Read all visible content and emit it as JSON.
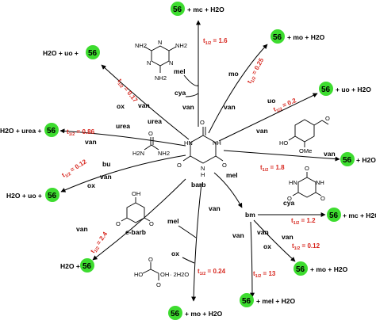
{
  "colors": {
    "badge": "#3ddc2f",
    "rate": "#d7261e",
    "ink": "#000000"
  },
  "center": {
    "label": "barb"
  },
  "badge_text": "56",
  "rate_prefix": "t",
  "rate_sub": "1/2",
  "branches": {
    "top": {
      "product": "+ mc + H2O",
      "reagents": [
        "mel",
        "cya",
        "van"
      ],
      "rate": " = 1.6"
    },
    "upper_right": {
      "product": "+ mo + H2O",
      "reagents": [
        "mo",
        "van"
      ],
      "rate": " = 0.25"
    },
    "right_uo": {
      "product": "+ uo + H2O",
      "reagents": [
        "uo",
        "van"
      ],
      "rate": " = 0.2"
    },
    "right_h2o": {
      "product": "+ H2O",
      "reagents": [
        "van"
      ],
      "rate": " = 1.8"
    },
    "upper_left": {
      "product": "H2O + uo +",
      "reagents": [
        "ox",
        "van",
        "urea"
      ],
      "rate": " = 0.17"
    },
    "left_urea": {
      "product": "H2O + urea +",
      "reagents": [
        "urea",
        "van"
      ],
      "rate": " = 0.86"
    },
    "left_bu": {
      "product": "H2O + uo +",
      "reagents": [
        "bu",
        "van",
        "ox"
      ],
      "rate": " = 0.12"
    },
    "lower_left": {
      "product": "H2O +",
      "reagents": [
        "van",
        "e-barb"
      ],
      "rate": " = 2.4"
    },
    "bottom": {
      "product": "+ mo + H2O",
      "reagents": [
        "mel",
        "ox",
        "van"
      ],
      "rate": " = 0.24",
      "oxalic_hydrate": "· 2H2O"
    },
    "bm_cya": {
      "product": "+ mc + H2O",
      "reagents": [
        "bm",
        "cya",
        "van"
      ],
      "rate": " = 1.2"
    },
    "bm_mo": {
      "product": "+ mo + H2O",
      "reagents": [
        "ox",
        "van"
      ],
      "rate": " = 0.12"
    },
    "bm_mel": {
      "product": "+ mel + H2O",
      "reagents": [
        "van"
      ],
      "rate": " = 13"
    },
    "mel_to_bm": {
      "reagent": "mel"
    }
  },
  "vanillin_label": {
    "ho": "HO",
    "ome": "OMe"
  },
  "triazine_labels": {
    "nh2": "NH2",
    "n": "N"
  },
  "urea_labels": {
    "o": "O",
    "nh2": "NH2",
    "h2n": "H2N"
  },
  "barb_labels": {
    "o": "O",
    "nh": "NH",
    "hn": "HN",
    "h": "H",
    "n": "N"
  },
  "ebarb_labels": {
    "oh": "OH",
    "o": "O"
  },
  "oxalic_labels": {
    "ho": "HO",
    "oh": "OH",
    "o": "O"
  },
  "cya_labels": {
    "o": "O",
    "nh": "NH",
    "hn": "HN"
  }
}
